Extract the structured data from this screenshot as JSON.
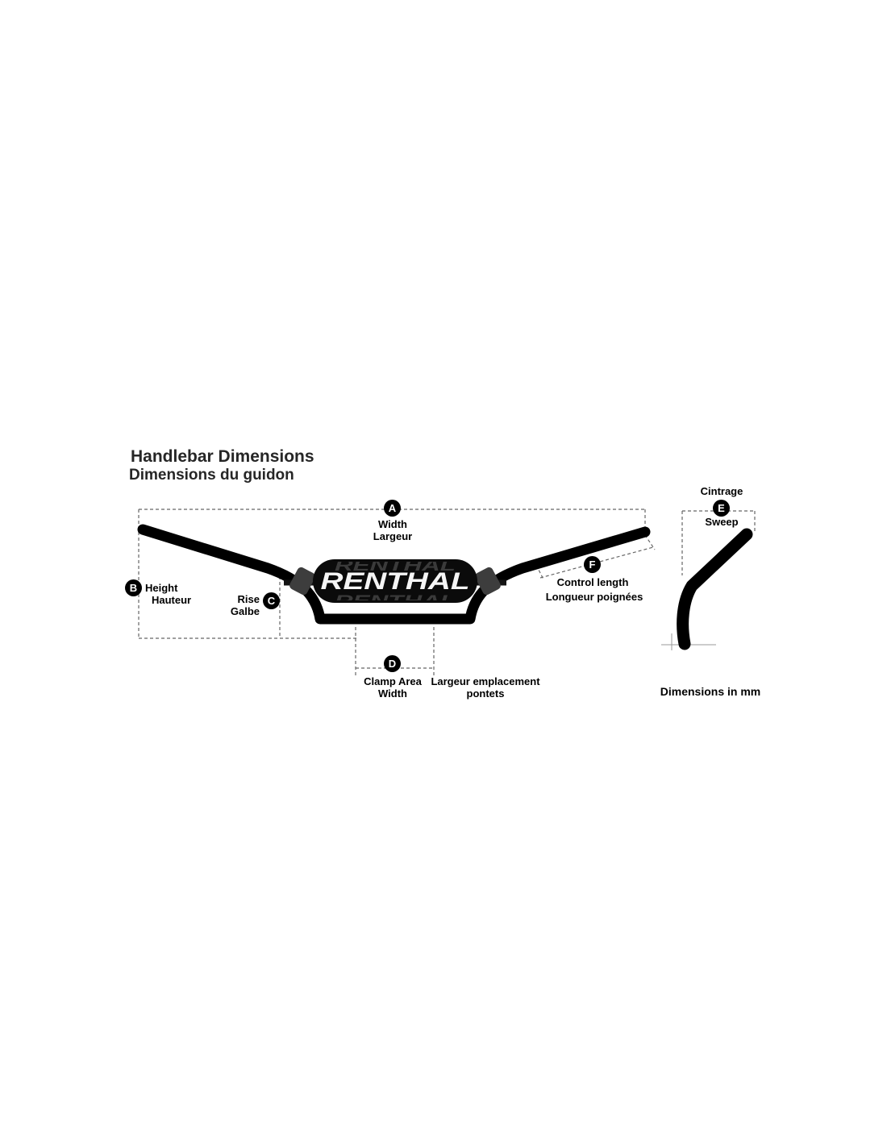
{
  "title": "Handlebar Dimensions",
  "subtitle": "Dimensions du guidon",
  "brand": "RENTHAL",
  "note": "Dimensions in mm",
  "dimensions": {
    "width": {
      "letter": "A",
      "en": "Width",
      "fr": "Largeur"
    },
    "height": {
      "letter": "B",
      "en": "Height",
      "fr": "Hauteur"
    },
    "rise": {
      "letter": "C",
      "en": "Rise",
      "fr": "Galbe"
    },
    "clamp_area": {
      "letter": "D",
      "en_line1": "Clamp Area",
      "en_line2": "Width",
      "fr_line1": "Largeur emplacement",
      "fr_line2": "pontets"
    },
    "sweep": {
      "letter": "E",
      "en": "Sweep",
      "fr": "Cintrage"
    },
    "control_length": {
      "letter": "F",
      "en": "Control length",
      "fr": "Longueur poignées"
    }
  }
}
